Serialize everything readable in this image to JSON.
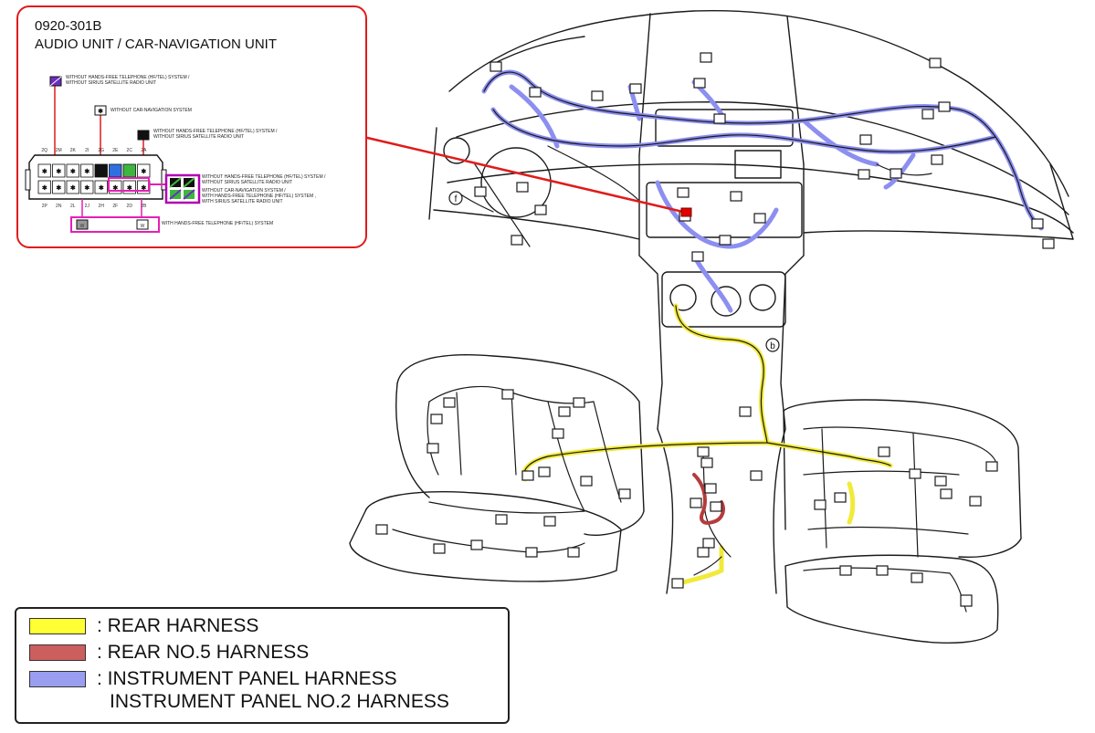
{
  "callout": {
    "connector_code": "0920-301B",
    "connector_name": "AUDIO UNIT / CAR-NAVIGATION UNIT",
    "notes": {
      "hf_sirius_1": "WITHOUT HANDS-FREE TELEPHONE (HF/TEL) SYSTEM /\nWITHOUT SIRIUS SATELLITE RADIO UNIT",
      "without_nav": "WITHOUT CAR-NAVIGATION SYSTEM",
      "hf_sirius_2": "WITHOUT HANDS-FREE TELEPHONE (HF/TEL) SYSTEM /\nWITHOUT SIRIUS SATELLITE RADIO UNIT",
      "hf_sirius_3": "WITHOUT HANDS-FREE TELEPHONE (HF/TEL) SYSTEM /\nWITHOUT SIRIUS SATELLITE RADIO UNIT",
      "nav_hf_sirius": "WITHOUT CAR-NAVIGATION SYSTEM /\nWITH HANDS-FREE TELEPHONE (HF/TEL) SYSTEM ,\nWITH SIRIUS SATELLITE RADIO UNIT",
      "with_hf": "WITH HANDS-FREE TELEPHONE (HF/TEL) SYSTEM"
    },
    "pins_top": [
      "2Q",
      "2M",
      "2K",
      "2I",
      "2G",
      "2E",
      "2C",
      "2A"
    ],
    "pins_bottom": [
      "2P",
      "2N",
      "2L",
      "2J",
      "2H",
      "2F",
      "2D",
      "2B"
    ],
    "pin_symbol": "✱",
    "wire_color_gray": "W",
    "wire_color_white": "W",
    "mount_marks": [
      "f",
      "b"
    ]
  },
  "legend": {
    "items": [
      {
        "label": ": REAR HARNESS",
        "color": "#ffff33"
      },
      {
        "label": ": REAR NO.5 HARNESS",
        "color": "#cc5e5e"
      },
      {
        "label": ": INSTRUMENT PANEL HARNESS",
        "color": "#9a9ef0"
      }
    ],
    "extra_label": "INSTRUMENT PANEL NO.2 HARNESS"
  },
  "colors": {
    "yellow": "#f1ea3a",
    "rear5": "#b43c3c",
    "ipanel": "#8c8ff0",
    "callout": "#e01b1b",
    "magenta": "#e61fb4",
    "connector_red": "#e00000"
  }
}
